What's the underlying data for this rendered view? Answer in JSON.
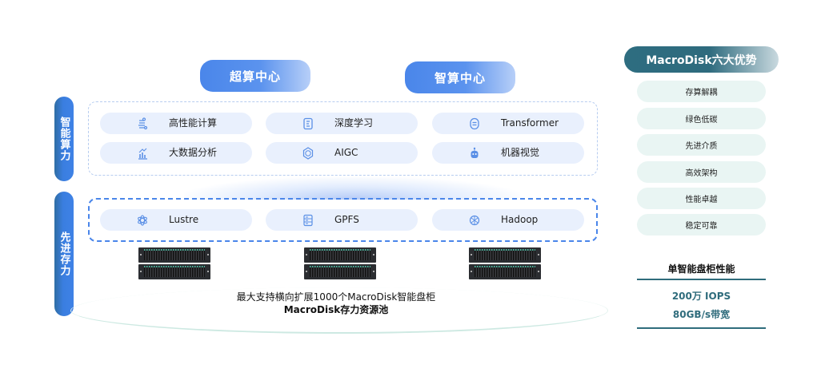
{
  "centers": {
    "supercomputing": "超算中心",
    "intelligent_computing": "智算中心"
  },
  "side_labels": {
    "compute": "智能算力",
    "storage": "先进存力"
  },
  "compute_items": [
    {
      "label": "高性能计算",
      "icon": "network-nodes-icon"
    },
    {
      "label": "深度学习",
      "icon": "document-brain-icon"
    },
    {
      "label": "Transformer",
      "icon": "transformer-capsule-icon"
    },
    {
      "label": "大数据分析",
      "icon": "bar-chart-trend-icon"
    },
    {
      "label": "AIGC",
      "icon": "ai-hexagon-icon"
    },
    {
      "label": "机器视觉",
      "icon": "robot-icon"
    }
  ],
  "storage_items": [
    {
      "label": "Lustre",
      "icon": "atom-icon"
    },
    {
      "label": "GPFS",
      "icon": "server-stack-icon"
    },
    {
      "label": "Hadoop",
      "icon": "globe-network-icon"
    }
  ],
  "pool": {
    "caption": "最大支持横向扩展1000个MacroDisk智能盘柜",
    "title": "MacroDisk存力资源池"
  },
  "advantages": {
    "title": "MacroDisk六大优势",
    "items": [
      "存算解耦",
      "绿色低碳",
      "先进介质",
      "高效架构",
      "性能卓越",
      "稳定可靠"
    ]
  },
  "performance": {
    "title": "单智能盘柜性能",
    "iops": "200万 IOPS",
    "bandwidth": "80GB/s带宽"
  },
  "colors": {
    "primary_blue": "#4a86ea",
    "chip_bg": "#e9f0fd",
    "teal": "#2f6c7c",
    "advantage_bg": "#e9f5f3"
  }
}
